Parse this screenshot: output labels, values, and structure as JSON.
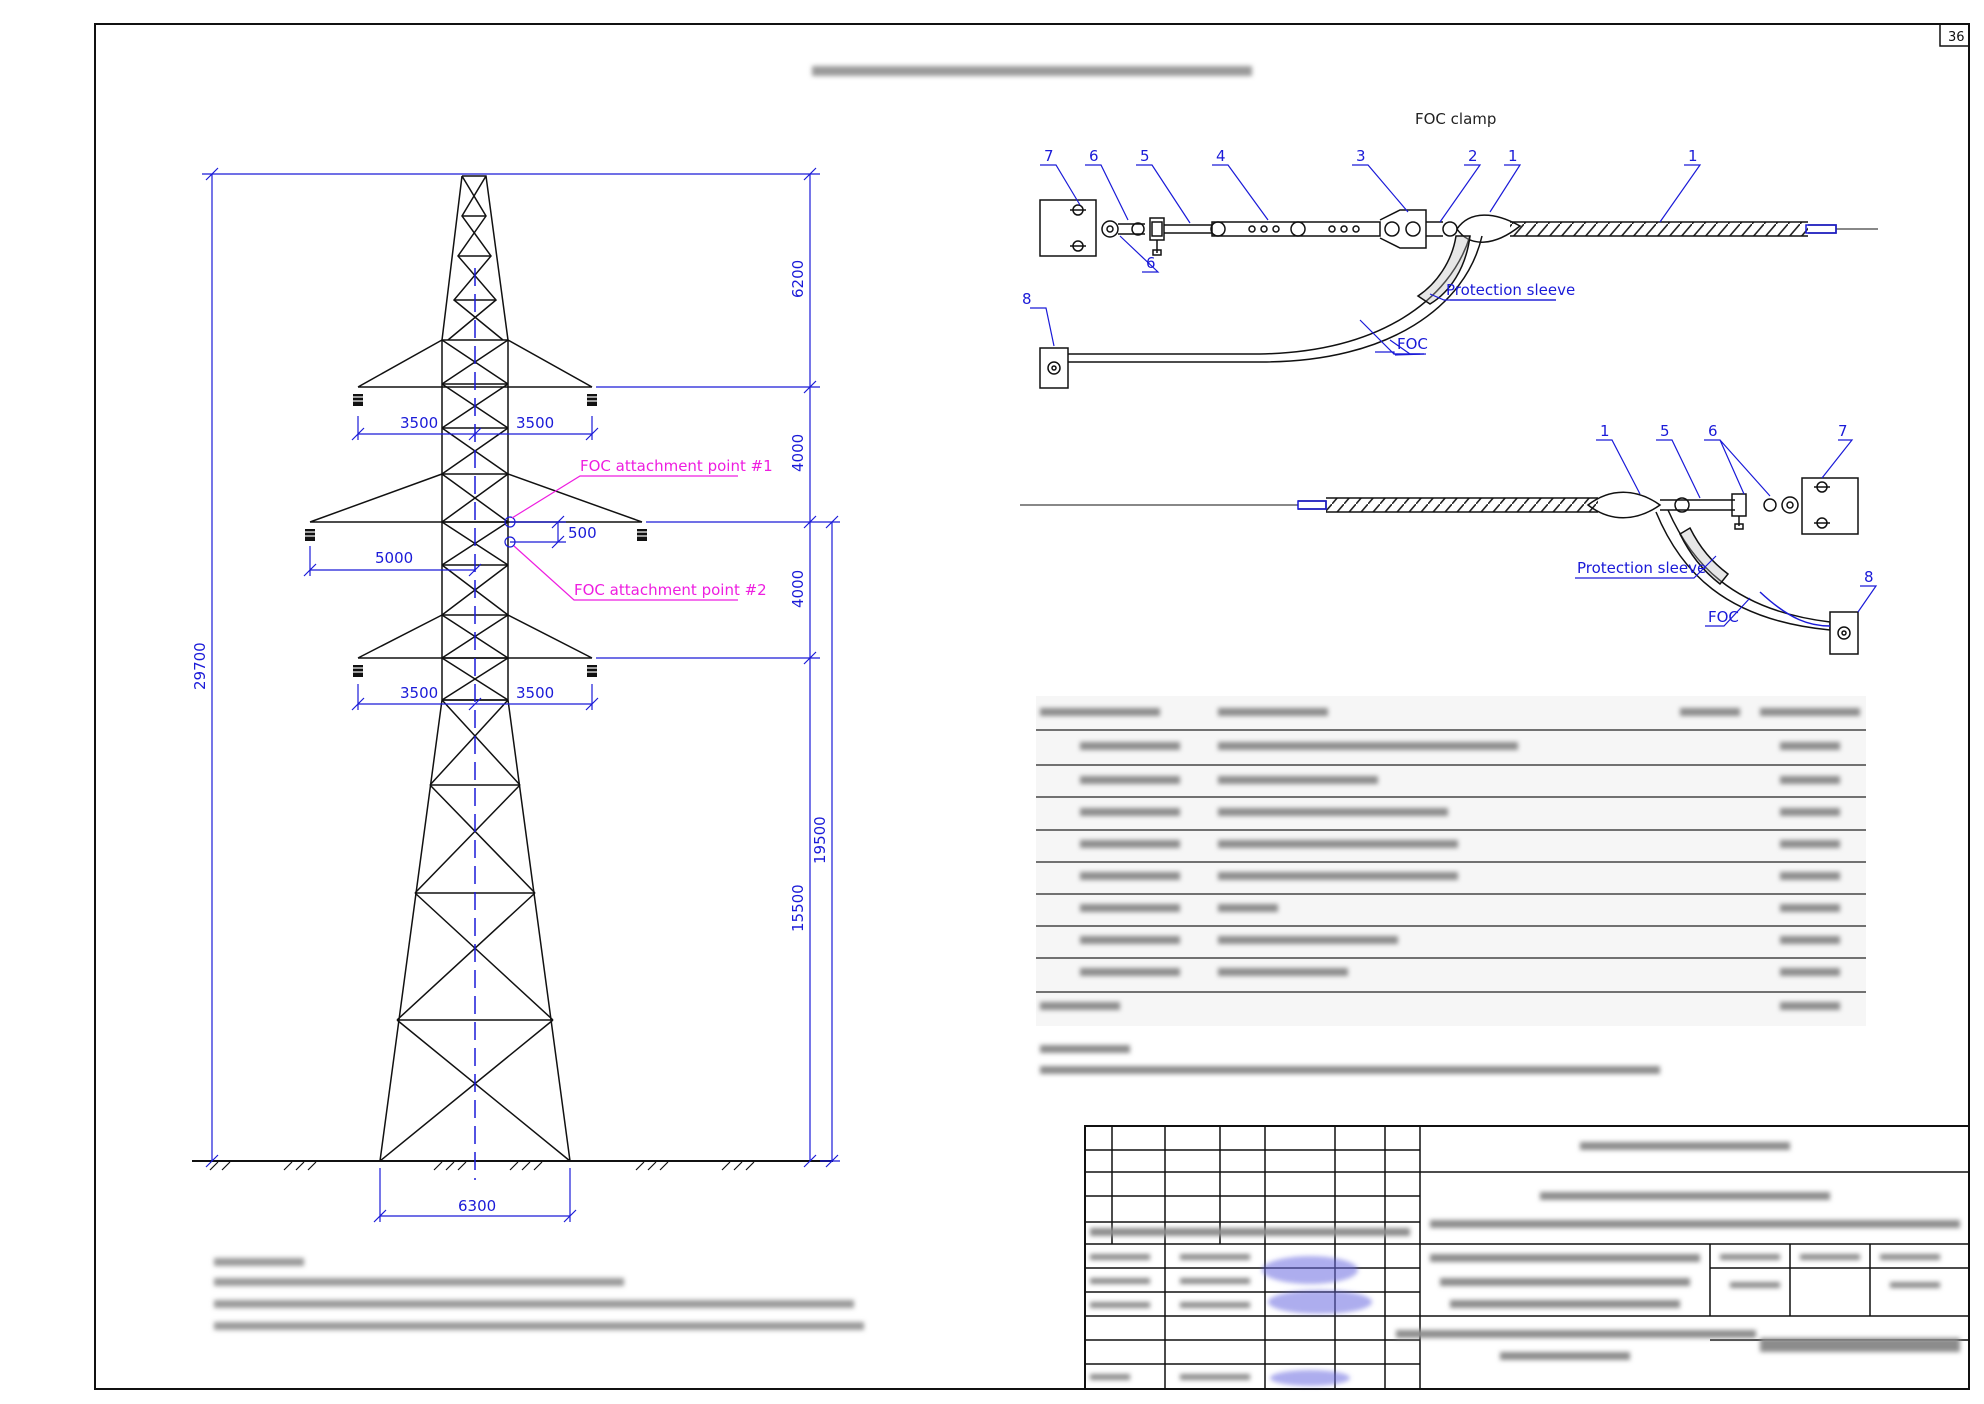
{
  "sheet": {
    "number": "36",
    "title_blurred": ""
  },
  "tower": {
    "dimensions": {
      "total_height": "29700",
      "top_segment": "6200",
      "upper_gap": "4000",
      "lower_gap": "4000",
      "lower_height": "15500",
      "attach_height": "19500",
      "upper_arm_left": "3500",
      "upper_arm_right": "3500",
      "middle_arm_left": "5000",
      "attach_offset": "500",
      "lower_arm_left": "3500",
      "lower_arm_right": "3500",
      "base_width": "6300"
    },
    "attachment_points": {
      "point1": "FOC attachment point #1",
      "point2": "FOC attachment point #2"
    }
  },
  "clamp": {
    "title": "FOC clamp",
    "top_numbers": [
      "7",
      "6",
      "5",
      "4",
      "3",
      "2",
      "1",
      "1"
    ],
    "top_lower_number": "6",
    "top_anchor_number": "8",
    "protection_sleeve": "Protection sleeve",
    "foc": "FOC",
    "bottom_numbers": [
      "1",
      "5",
      "6",
      "7"
    ],
    "bottom_anchor_number": "8",
    "bottom_protection_sleeve": "Protection sleeve",
    "bottom_foc": "FOC"
  },
  "colors": {
    "dimension": "#1a1ad8",
    "annotation": "#ee1ee0",
    "drawing": "#111111"
  }
}
